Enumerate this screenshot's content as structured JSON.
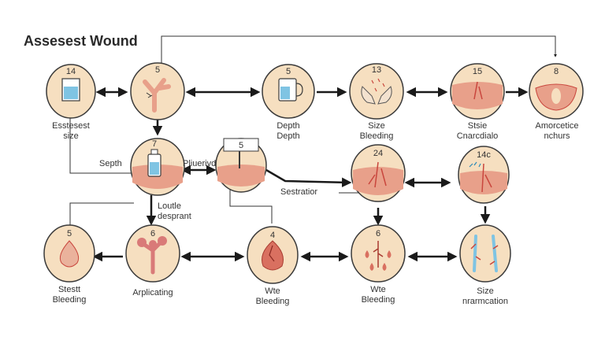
{
  "title": "Assesest Wound",
  "nodes": {
    "n1": {
      "number": "14",
      "label1": "Esstesest",
      "label2": "size"
    },
    "n2": {
      "number": "5"
    },
    "n3": {
      "number": "5",
      "label1": "Depth",
      "label2": "Depth"
    },
    "n4": {
      "number": "13",
      "label1": "Size",
      "label2": "Bleeding"
    },
    "n5": {
      "number": "15",
      "label1": "Stsie",
      "label2": "Cnarcdialo"
    },
    "n6": {
      "number": "8",
      "label1": "Amorcetice",
      "label2": "nchurs"
    },
    "n7": {
      "number": "7",
      "side_label": "Septh"
    },
    "n8": {
      "number": "5",
      "side_label": "Pliuerivd"
    },
    "n9": {
      "number": "24",
      "side_label": "Sestratior"
    },
    "n10": {
      "number": "14c"
    },
    "n11": {
      "number": "5",
      "label1": "Stestt",
      "label2": "Bleeding"
    },
    "n12": {
      "number": "6",
      "label1": "Arplicating"
    },
    "n13": {
      "number": "4",
      "label1": "Wte",
      "label2": "Bleeding"
    },
    "n14": {
      "number": "6",
      "label1": "Wte",
      "label2": "Bleeding"
    },
    "n15": {
      "label1": "Size",
      "label2": "nrarmcation"
    }
  },
  "connector_label": {
    "line1": "Loutle",
    "line2": "desprant"
  },
  "colors": {
    "node_fill": "#f6dfc0",
    "node_stroke": "#3a3a3a",
    "skin": "#e8a08a",
    "blood": "#c9463d",
    "water": "#7fc4e3",
    "arrow": "#1a1a1a"
  }
}
